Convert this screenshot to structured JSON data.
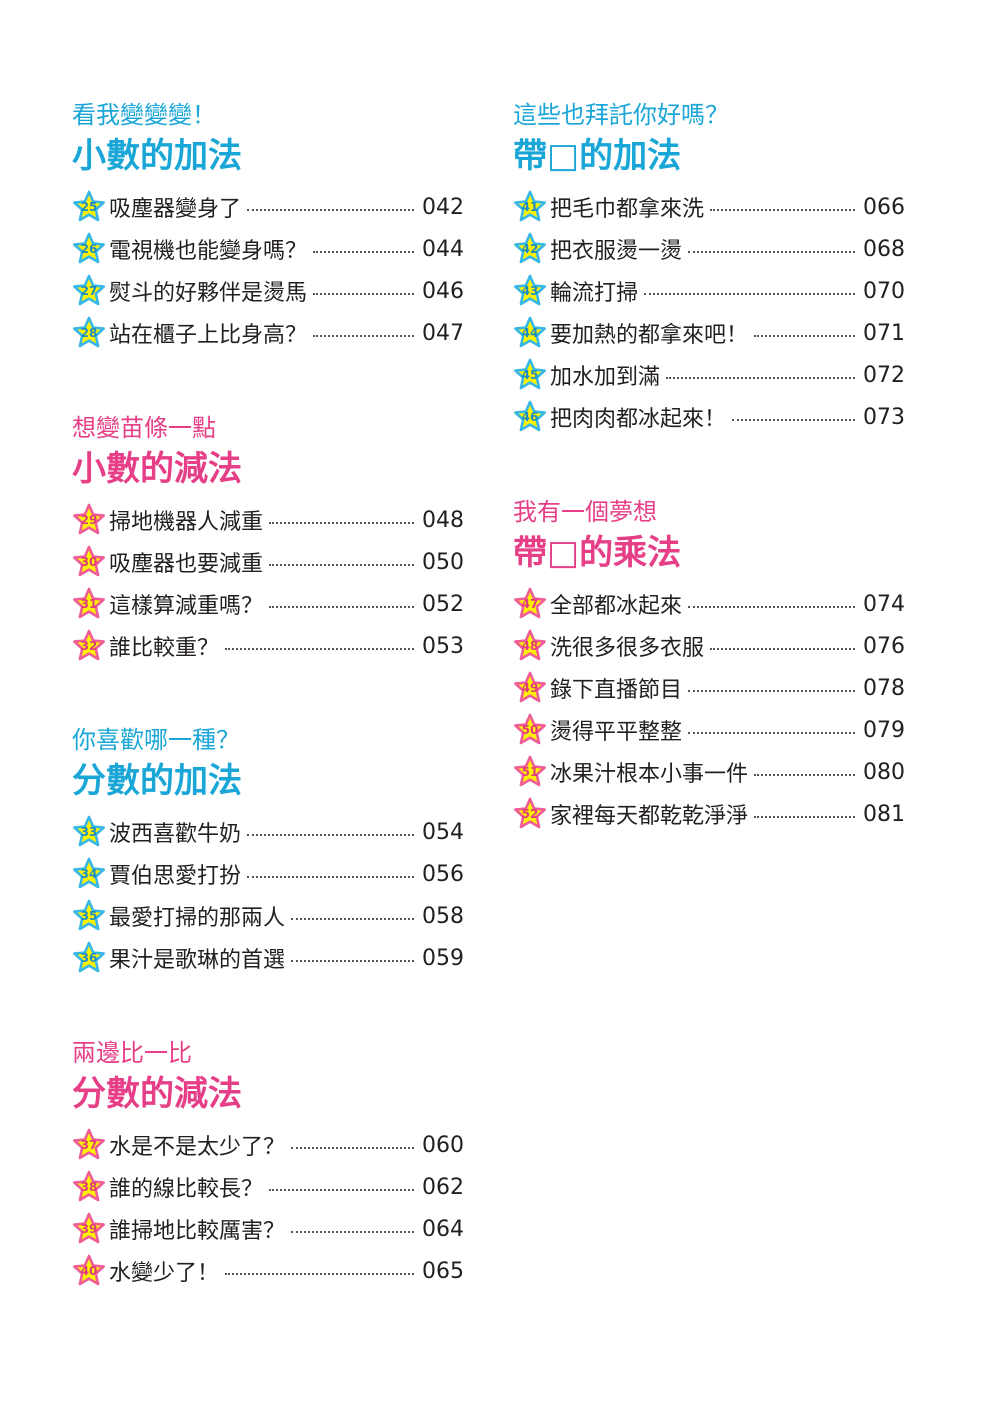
{
  "colors": {
    "blue": "#1aa6d6",
    "pink": "#e63f87",
    "star_fill": "#fff200",
    "star_stroke_blue": "#36b7e8",
    "star_stroke_pink": "#ef5c98"
  },
  "sections": [
    {
      "subtitle": "看我變變變！",
      "title": "小數的加法",
      "color": "blue",
      "entries": [
        {
          "num": "25",
          "label": "吸塵器變身了",
          "page": "042"
        },
        {
          "num": "26",
          "label": "電視機也能變身嗎？",
          "page": "044"
        },
        {
          "num": "27",
          "label": "熨斗的好夥伴是燙馬",
          "page": "046"
        },
        {
          "num": "28",
          "label": "站在櫃子上比身高？",
          "page": "047"
        }
      ]
    },
    {
      "subtitle": "想變苗條一點",
      "title": "小數的減法",
      "color": "pink",
      "entries": [
        {
          "num": "29",
          "label": "掃地機器人減重",
          "page": "048"
        },
        {
          "num": "30",
          "label": "吸塵器也要減重",
          "page": "050"
        },
        {
          "num": "31",
          "label": "這樣算減重嗎？",
          "page": "052"
        },
        {
          "num": "32",
          "label": "誰比較重？",
          "page": "053"
        }
      ]
    },
    {
      "subtitle": "你喜歡哪一種？",
      "title": "分數的加法",
      "color": "blue",
      "entries": [
        {
          "num": "33",
          "label": "波西喜歡牛奶",
          "page": "054"
        },
        {
          "num": "34",
          "label": "賈伯思愛打扮",
          "page": "056"
        },
        {
          "num": "35",
          "label": "最愛打掃的那兩人",
          "page": "058"
        },
        {
          "num": "36",
          "label": "果汁是歌琳的首選",
          "page": "059"
        }
      ]
    },
    {
      "subtitle": "兩邊比一比",
      "title": "分數的減法",
      "color": "pink",
      "entries": [
        {
          "num": "37",
          "label": "水是不是太少了？",
          "page": "060"
        },
        {
          "num": "38",
          "label": "誰的線比較長？",
          "page": "062"
        },
        {
          "num": "39",
          "label": "誰掃地比較厲害？",
          "page": "064"
        },
        {
          "num": "40",
          "label": "水變少了！",
          "page": "065"
        }
      ]
    },
    {
      "subtitle": "這些也拜託你好嗎？",
      "title": "帶□的加法",
      "color": "blue",
      "entries": [
        {
          "num": "41",
          "label": "把毛巾都拿來洗",
          "page": "066"
        },
        {
          "num": "42",
          "label": "把衣服燙一燙",
          "page": "068"
        },
        {
          "num": "43",
          "label": "輪流打掃",
          "page": "070"
        },
        {
          "num": "44",
          "label": "要加熱的都拿來吧！",
          "page": "071"
        },
        {
          "num": "45",
          "label": "加水加到滿",
          "page": "072"
        },
        {
          "num": "46",
          "label": "把肉肉都冰起來！",
          "page": "073"
        }
      ]
    },
    {
      "subtitle": "我有一個夢想",
      "title": "帶□的乘法",
      "color": "pink",
      "entries": [
        {
          "num": "47",
          "label": "全部都冰起來",
          "page": "074"
        },
        {
          "num": "48",
          "label": "洗很多很多衣服",
          "page": "076"
        },
        {
          "num": "49",
          "label": "錄下直播節目",
          "page": "078"
        },
        {
          "num": "50",
          "label": "燙得平平整整",
          "page": "079"
        },
        {
          "num": "51",
          "label": "冰果汁根本小事一件",
          "page": "080"
        },
        {
          "num": "52",
          "label": "家裡每天都乾乾淨淨",
          "page": "081"
        }
      ]
    }
  ]
}
